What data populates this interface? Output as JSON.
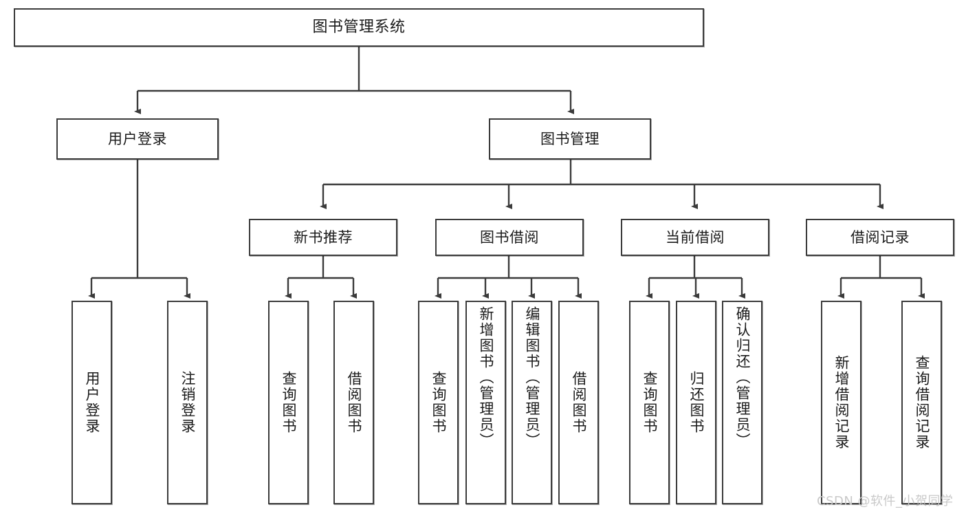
{
  "diagram": {
    "title": "图书管理系统",
    "type": "hierarchy-tree",
    "orientation": "top-down",
    "colors": {
      "box_border": "#3b3b3b",
      "box_fill": "#ffffff",
      "edge": "#3b3b3b",
      "text": "#1a1a1a",
      "watermark": "#c9c9c9",
      "background": "#ffffff"
    },
    "root": {
      "label": "图书管理系统"
    },
    "level2": [
      {
        "label": "用户登录"
      },
      {
        "label": "图书管理"
      }
    ],
    "level3": [
      {
        "label": "新书推荐"
      },
      {
        "label": "图书借阅"
      },
      {
        "label": "当前借阅"
      },
      {
        "label": "借阅记录"
      }
    ],
    "leaves": {
      "user_login": [
        {
          "label": "用户登录"
        },
        {
          "label": "注销登录"
        }
      ],
      "new_book_recommend": [
        {
          "label": "查询图书"
        },
        {
          "label": "借阅图书"
        }
      ],
      "book_borrow": [
        {
          "label": "查询图书"
        },
        {
          "label": "新增图书（管理员）"
        },
        {
          "label": "编辑图书（管理员）"
        },
        {
          "label": "借阅图书"
        }
      ],
      "current_borrow": [
        {
          "label": "查询图书"
        },
        {
          "label": "归还图书"
        },
        {
          "label": "确认归还（管理员）"
        }
      ],
      "borrow_record": [
        {
          "label": "新增借阅记录"
        },
        {
          "label": "查询借阅记录"
        }
      ]
    }
  },
  "watermark": {
    "text": "CSDN @软件_小贺同学"
  }
}
